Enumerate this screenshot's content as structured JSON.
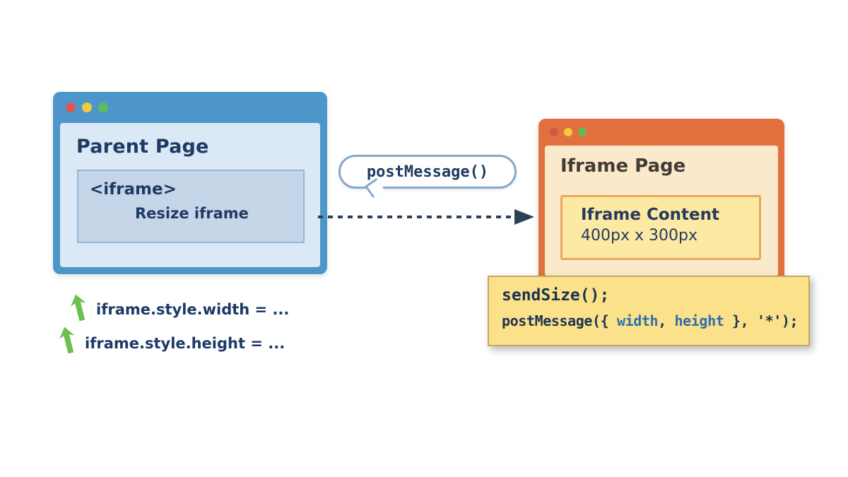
{
  "parent_window": {
    "title": "Parent Page",
    "iframe_tag": "<iframe>",
    "resize_label": "Resize iframe"
  },
  "bubble": {
    "label": "postMessage()"
  },
  "iframe_window": {
    "title": "Iframe Page",
    "content_title": "Iframe Content",
    "content_size": "400px x 300px"
  },
  "code": {
    "line1": "sendSize();",
    "line2_tokens": [
      {
        "text": "postMessage({",
        "style": "dark"
      },
      {
        "text": " width",
        "style": "accent"
      },
      {
        "text": ",",
        "style": "dark"
      },
      {
        "text": " height",
        "style": "accent"
      },
      {
        "text": " }, ",
        "style": "dark"
      },
      {
        "text": "'*'",
        "style": "dark"
      },
      {
        "text": ");",
        "style": "dark"
      }
    ]
  },
  "annotations": [
    "iframe.style.width = ...",
    "iframe.style.height = ..."
  ],
  "colors": {
    "parent_frame": "#4d96c9",
    "parent_body": "#dbe8f5",
    "parent_iframe_box": "#c6d6e9",
    "navy_text": "#1e3a63",
    "bubble_border": "#84a9cc",
    "arrow": "#2d4156",
    "iframe_frame": "#e2703f",
    "iframe_body": "#fbe9cb",
    "iframe_content_box": "#fce9a4",
    "code_box": "#fae18a",
    "code_accent": "#2f6fae",
    "green_arrow": "#6cbf4d"
  }
}
